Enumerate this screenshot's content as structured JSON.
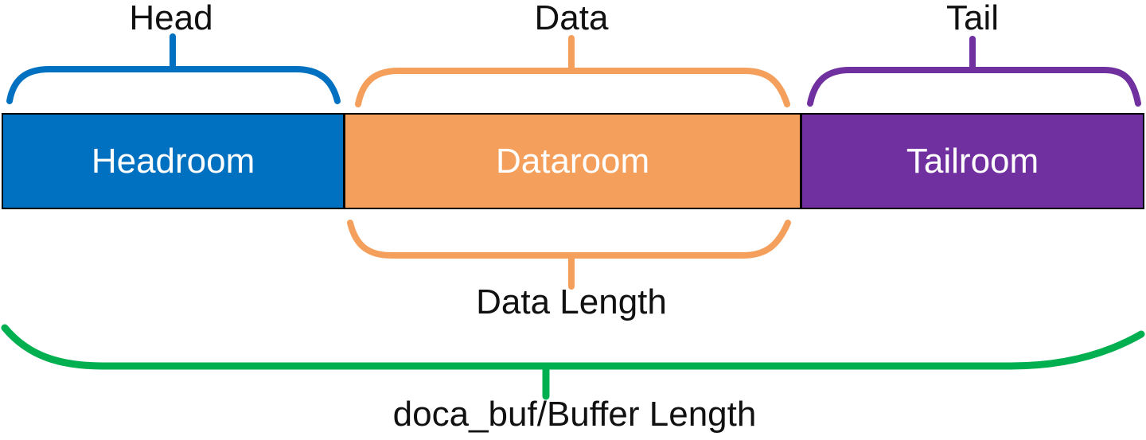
{
  "labels": {
    "head": "Head",
    "data": "Data",
    "tail": "Tail",
    "data_length": "Data Length",
    "buffer_length": "doca_buf/Buffer Length"
  },
  "segments": [
    {
      "label": "Headroom",
      "color": "#0070C0"
    },
    {
      "label": "Dataroom",
      "color": "#F4A05C"
    },
    {
      "label": "Tailroom",
      "color": "#7030A0"
    }
  ],
  "colors": {
    "headroom": "#0070C0",
    "dataroom": "#F4A05C",
    "tailroom": "#7030A0",
    "buffer_brace": "#00B050",
    "segment_text": "#FFFFFF",
    "border": "#000000",
    "label_text": "#111111"
  }
}
